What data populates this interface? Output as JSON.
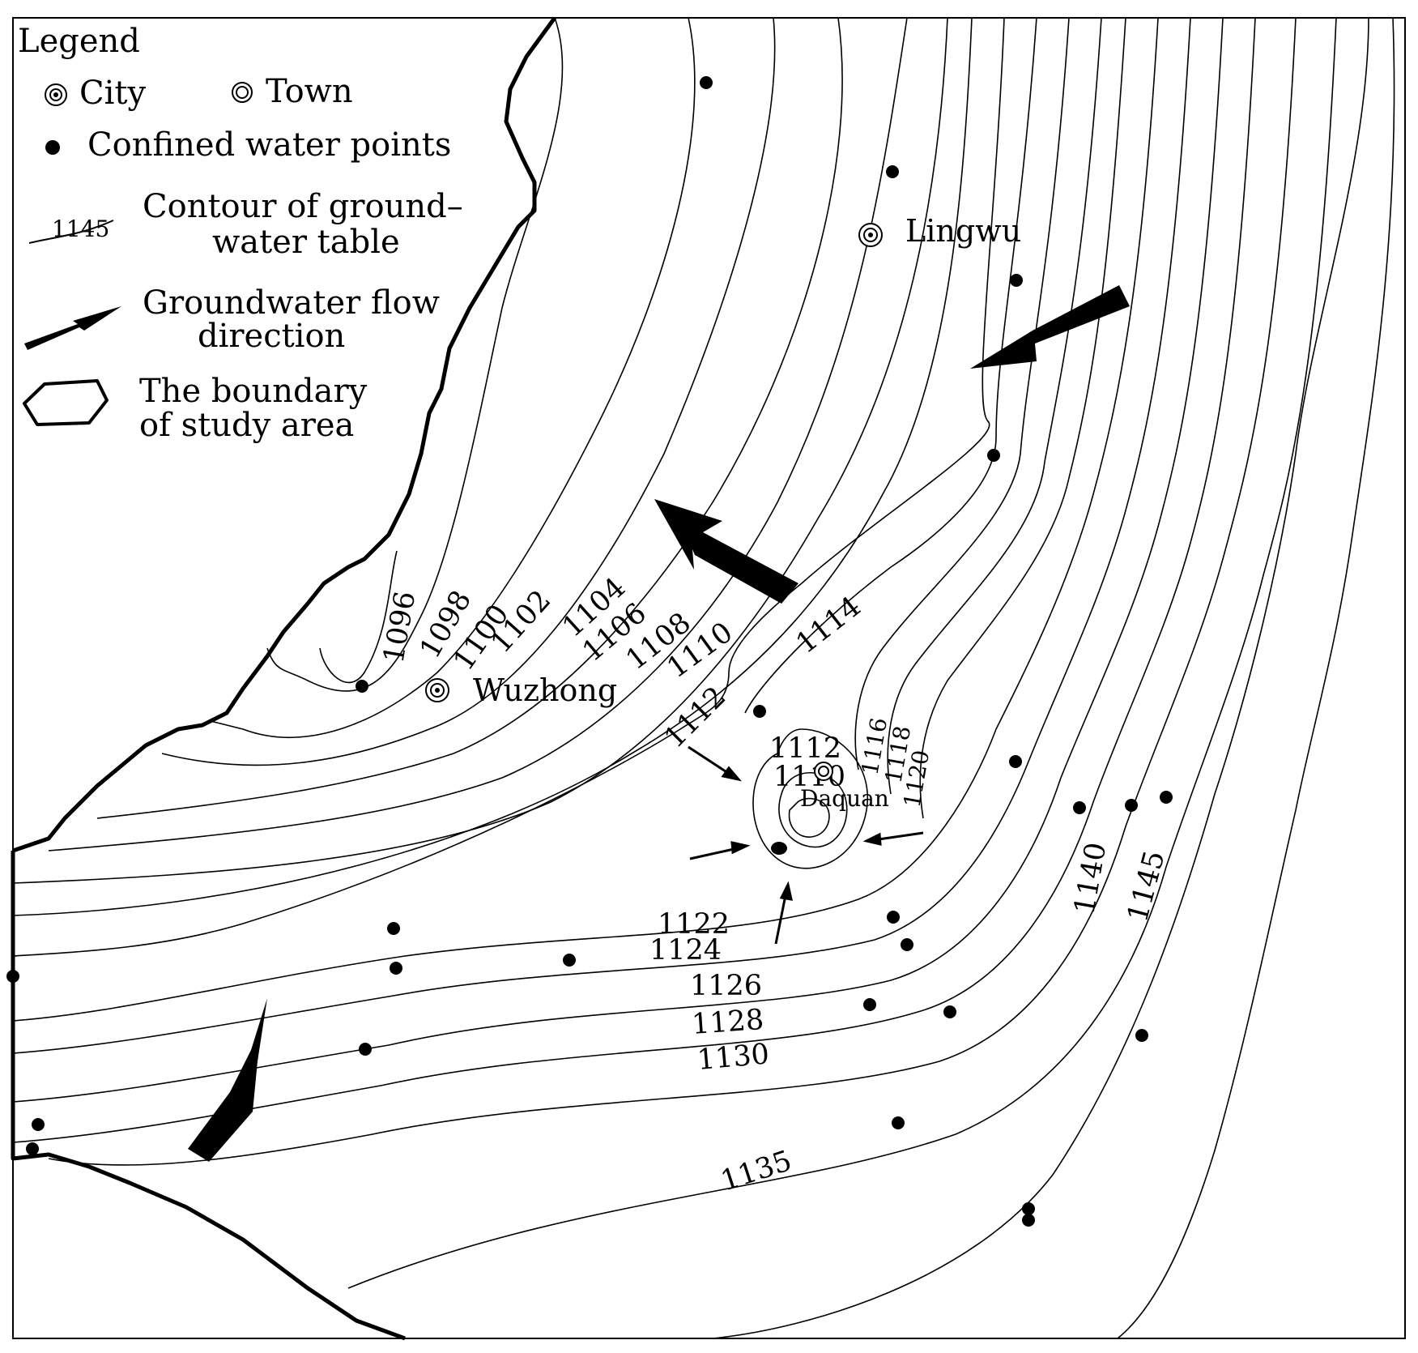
{
  "legend": {
    "title": "Legend",
    "city": "City",
    "town": "Town",
    "confined_water_points": "Confined water points",
    "contour_sample": "1145",
    "contour_label_line1": "Contour of ground–",
    "contour_label_line2": "water table",
    "flow_label_line1": "Groundwater flow",
    "flow_label_line2": "direction",
    "boundary_label_line1": "The boundary",
    "boundary_label_line2": "of study area"
  },
  "places": {
    "lingwu": "Lingwu",
    "wuzhong": "Wuzhong",
    "daquan": "Daquan"
  },
  "contour_labels": {
    "c1096": "1096",
    "c1098": "1098",
    "c1100": "1100",
    "c1102": "1102",
    "c1104": "1104",
    "c1106": "1106",
    "c1108": "1108",
    "c1110": "1110",
    "c1112": "1112",
    "c1114": "1114",
    "c1112_inner": "1112",
    "c1110_inner": "1110",
    "c1116": "1116",
    "c1118": "1118",
    "c1120": "1120",
    "c1122": "1122",
    "c1124": "1124",
    "c1126": "1126",
    "c1128": "1128",
    "c1130": "1130",
    "c1135": "1135",
    "c1140": "1140",
    "c1145": "1145"
  },
  "colors": {
    "ink": "#000000",
    "background": "#ffffff"
  }
}
